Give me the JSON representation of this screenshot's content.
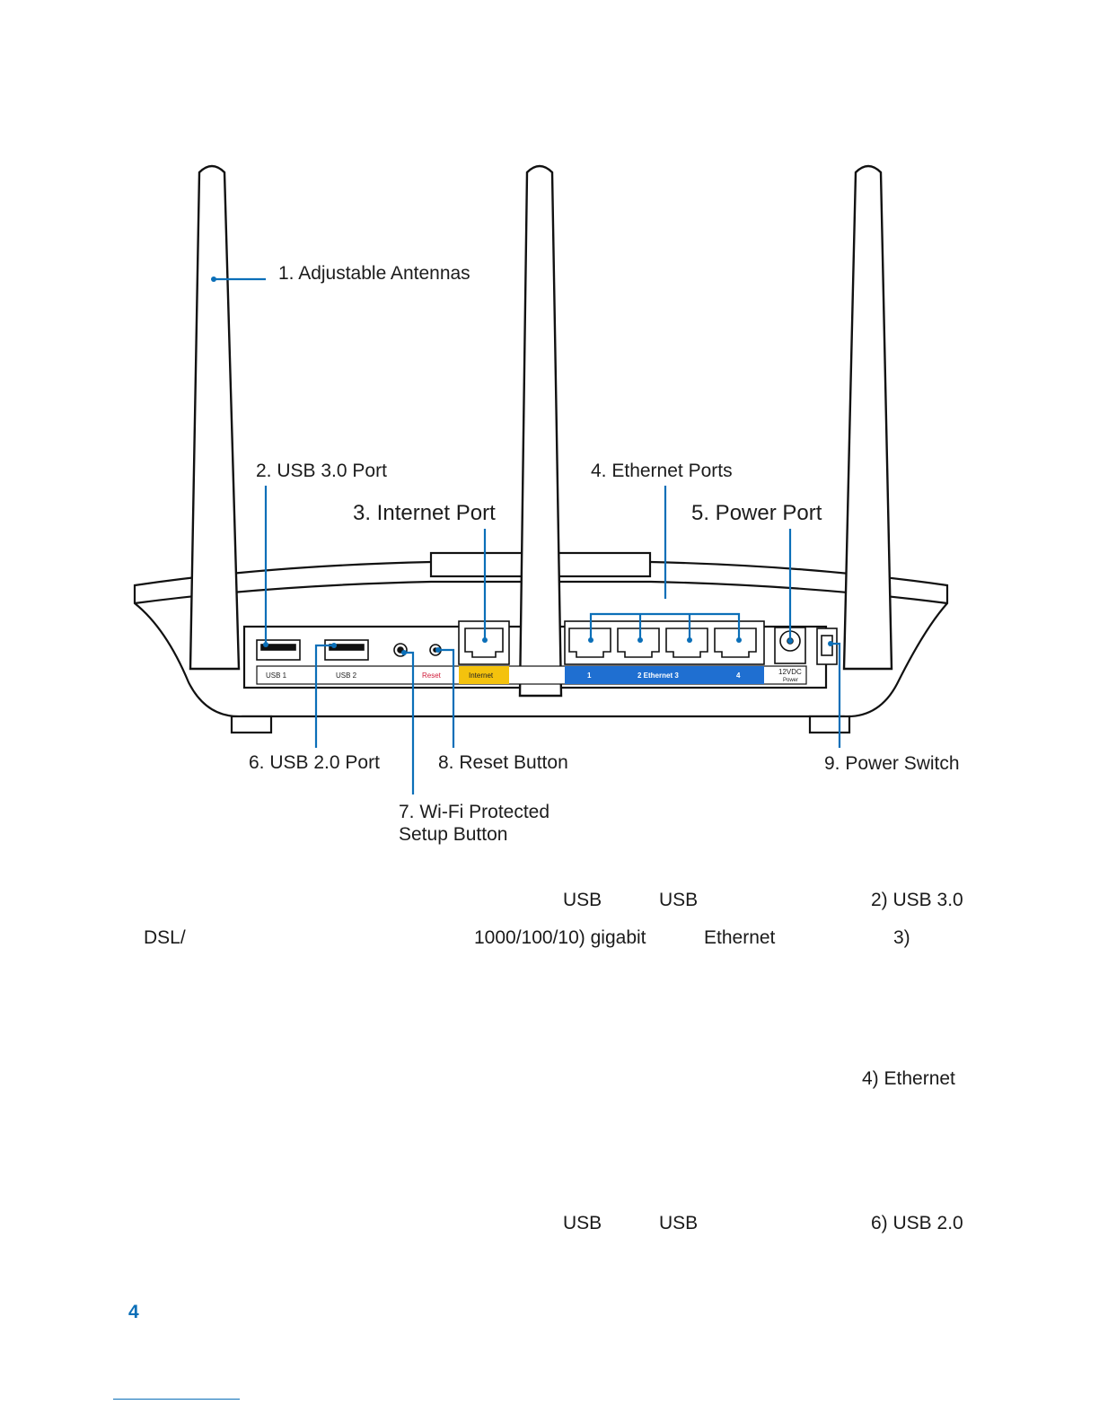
{
  "diagram": {
    "callouts": {
      "antennas": "1. Adjustable Antennas",
      "usb30": "2. USB 3.0 Port",
      "internet": "3. Internet Port",
      "ethernet": "4. Ethernet Ports",
      "power_port": "5. Power Port",
      "usb20": "6. USB 2.0 Port",
      "wps_line1": "7. Wi-Fi Protected",
      "wps_line2": "Setup Button",
      "reset": "8. Reset Button",
      "power_switch": "9. Power Switch"
    },
    "panel_labels": {
      "usb1": "USB 1",
      "usb2": "USB 2",
      "reset": "Reset",
      "internet": "Internet",
      "eth1": "1",
      "eth_mid": "2  Ethernet  3",
      "eth4": "4",
      "power_v": "12VDC",
      "power_w": "Power"
    }
  },
  "text_fragments": {
    "row1": {
      "usb_a": "USB",
      "usb_b": "USB",
      "usb30": "2) USB 3.0"
    },
    "row2": {
      "dsl": "DSL/",
      "speed": "1000/100/10) gigabit",
      "ethernet": "Ethernet",
      "num": "3)"
    },
    "row3": {
      "ethernet4": "4) Ethernet"
    },
    "row4": {
      "usb_a": "USB",
      "usb_b": "USB",
      "usb20": "6) USB 2.0"
    }
  },
  "page": {
    "number": "4"
  },
  "colors": {
    "accent": "#0b6fb8",
    "internet_label": "#f4c20d",
    "ethernet_label": "#1f6fd1",
    "reset_text": "#d01c3a"
  }
}
